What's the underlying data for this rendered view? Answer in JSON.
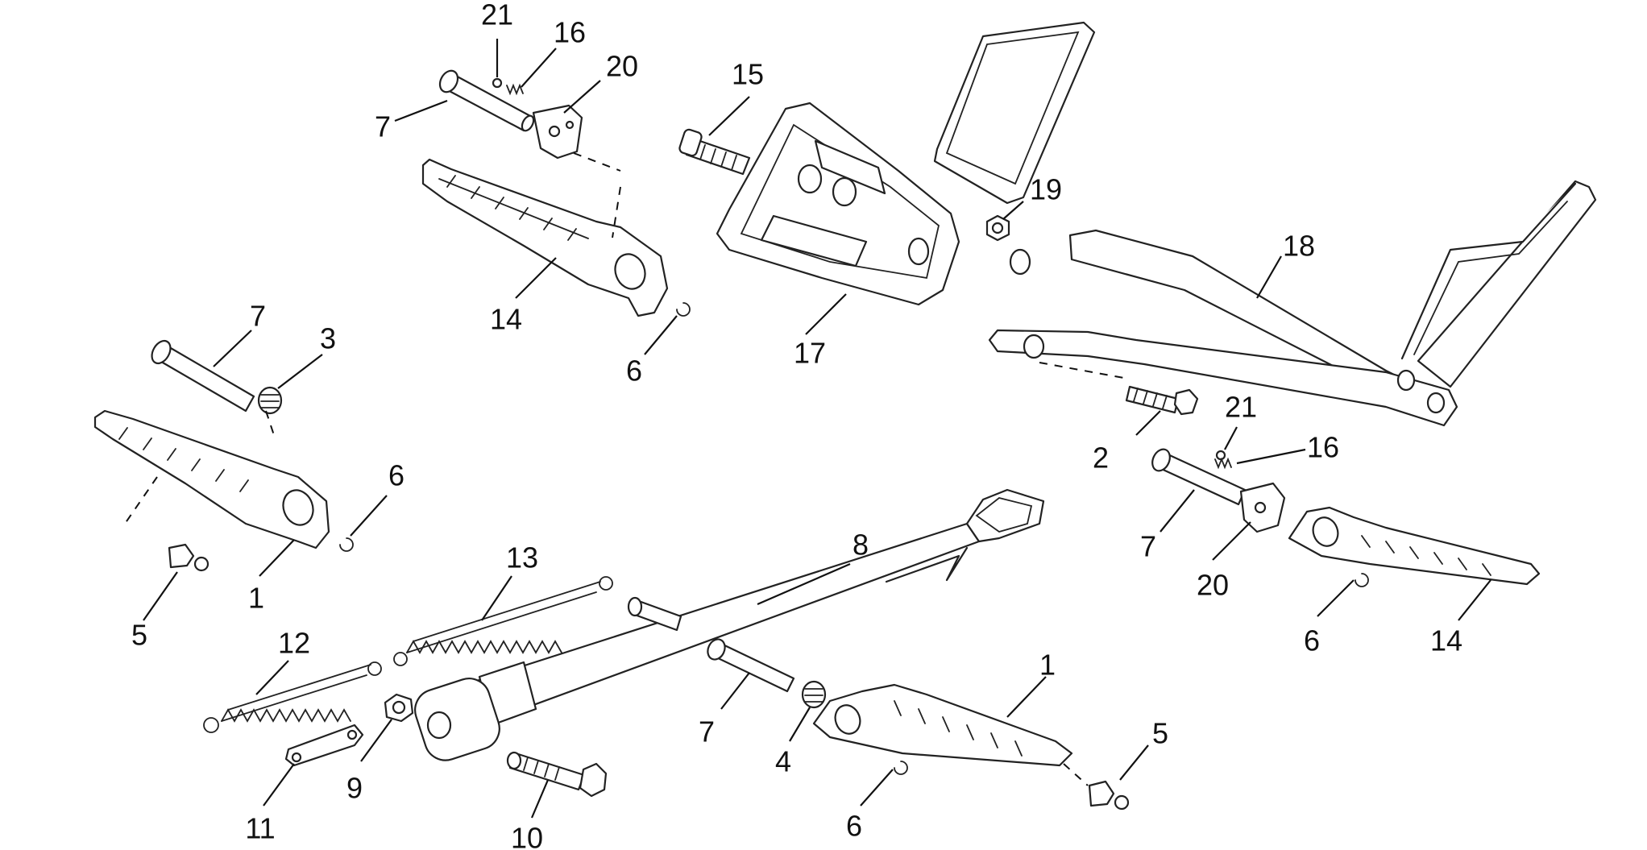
{
  "colors": {
    "line": "#222222",
    "background": "#ffffff"
  },
  "callouts": [
    {
      "id": "c-21-top",
      "label": "21"
    },
    {
      "id": "c-16-top",
      "label": "16"
    },
    {
      "id": "c-20-top",
      "label": "20"
    },
    {
      "id": "c-7-top",
      "label": "7"
    },
    {
      "id": "c-15",
      "label": "15"
    },
    {
      "id": "c-19",
      "label": "19"
    },
    {
      "id": "c-18",
      "label": "18"
    },
    {
      "id": "c-14-top",
      "label": "14"
    },
    {
      "id": "c-17",
      "label": "17"
    },
    {
      "id": "c-6-top",
      "label": "6"
    },
    {
      "id": "c-7-left",
      "label": "7"
    },
    {
      "id": "c-3",
      "label": "3"
    },
    {
      "id": "c-6-left",
      "label": "6"
    },
    {
      "id": "c-1-left",
      "label": "1"
    },
    {
      "id": "c-5-left",
      "label": "5"
    },
    {
      "id": "c-13",
      "label": "13"
    },
    {
      "id": "c-8",
      "label": "8"
    },
    {
      "id": "c-12",
      "label": "12"
    },
    {
      "id": "c-2",
      "label": "2"
    },
    {
      "id": "c-21-right",
      "label": "21"
    },
    {
      "id": "c-16-right",
      "label": "16"
    },
    {
      "id": "c-7-right",
      "label": "7"
    },
    {
      "id": "c-20-right",
      "label": "20"
    },
    {
      "id": "c-6-right",
      "label": "6"
    },
    {
      "id": "c-14-right",
      "label": "14"
    },
    {
      "id": "c-1-bottom",
      "label": "1"
    },
    {
      "id": "c-7-bottom",
      "label": "7"
    },
    {
      "id": "c-4",
      "label": "4"
    },
    {
      "id": "c-5-bottom",
      "label": "5"
    },
    {
      "id": "c-9",
      "label": "9"
    },
    {
      "id": "c-11",
      "label": "11"
    },
    {
      "id": "c-10",
      "label": "10"
    },
    {
      "id": "c-6-bottom",
      "label": "6"
    }
  ]
}
